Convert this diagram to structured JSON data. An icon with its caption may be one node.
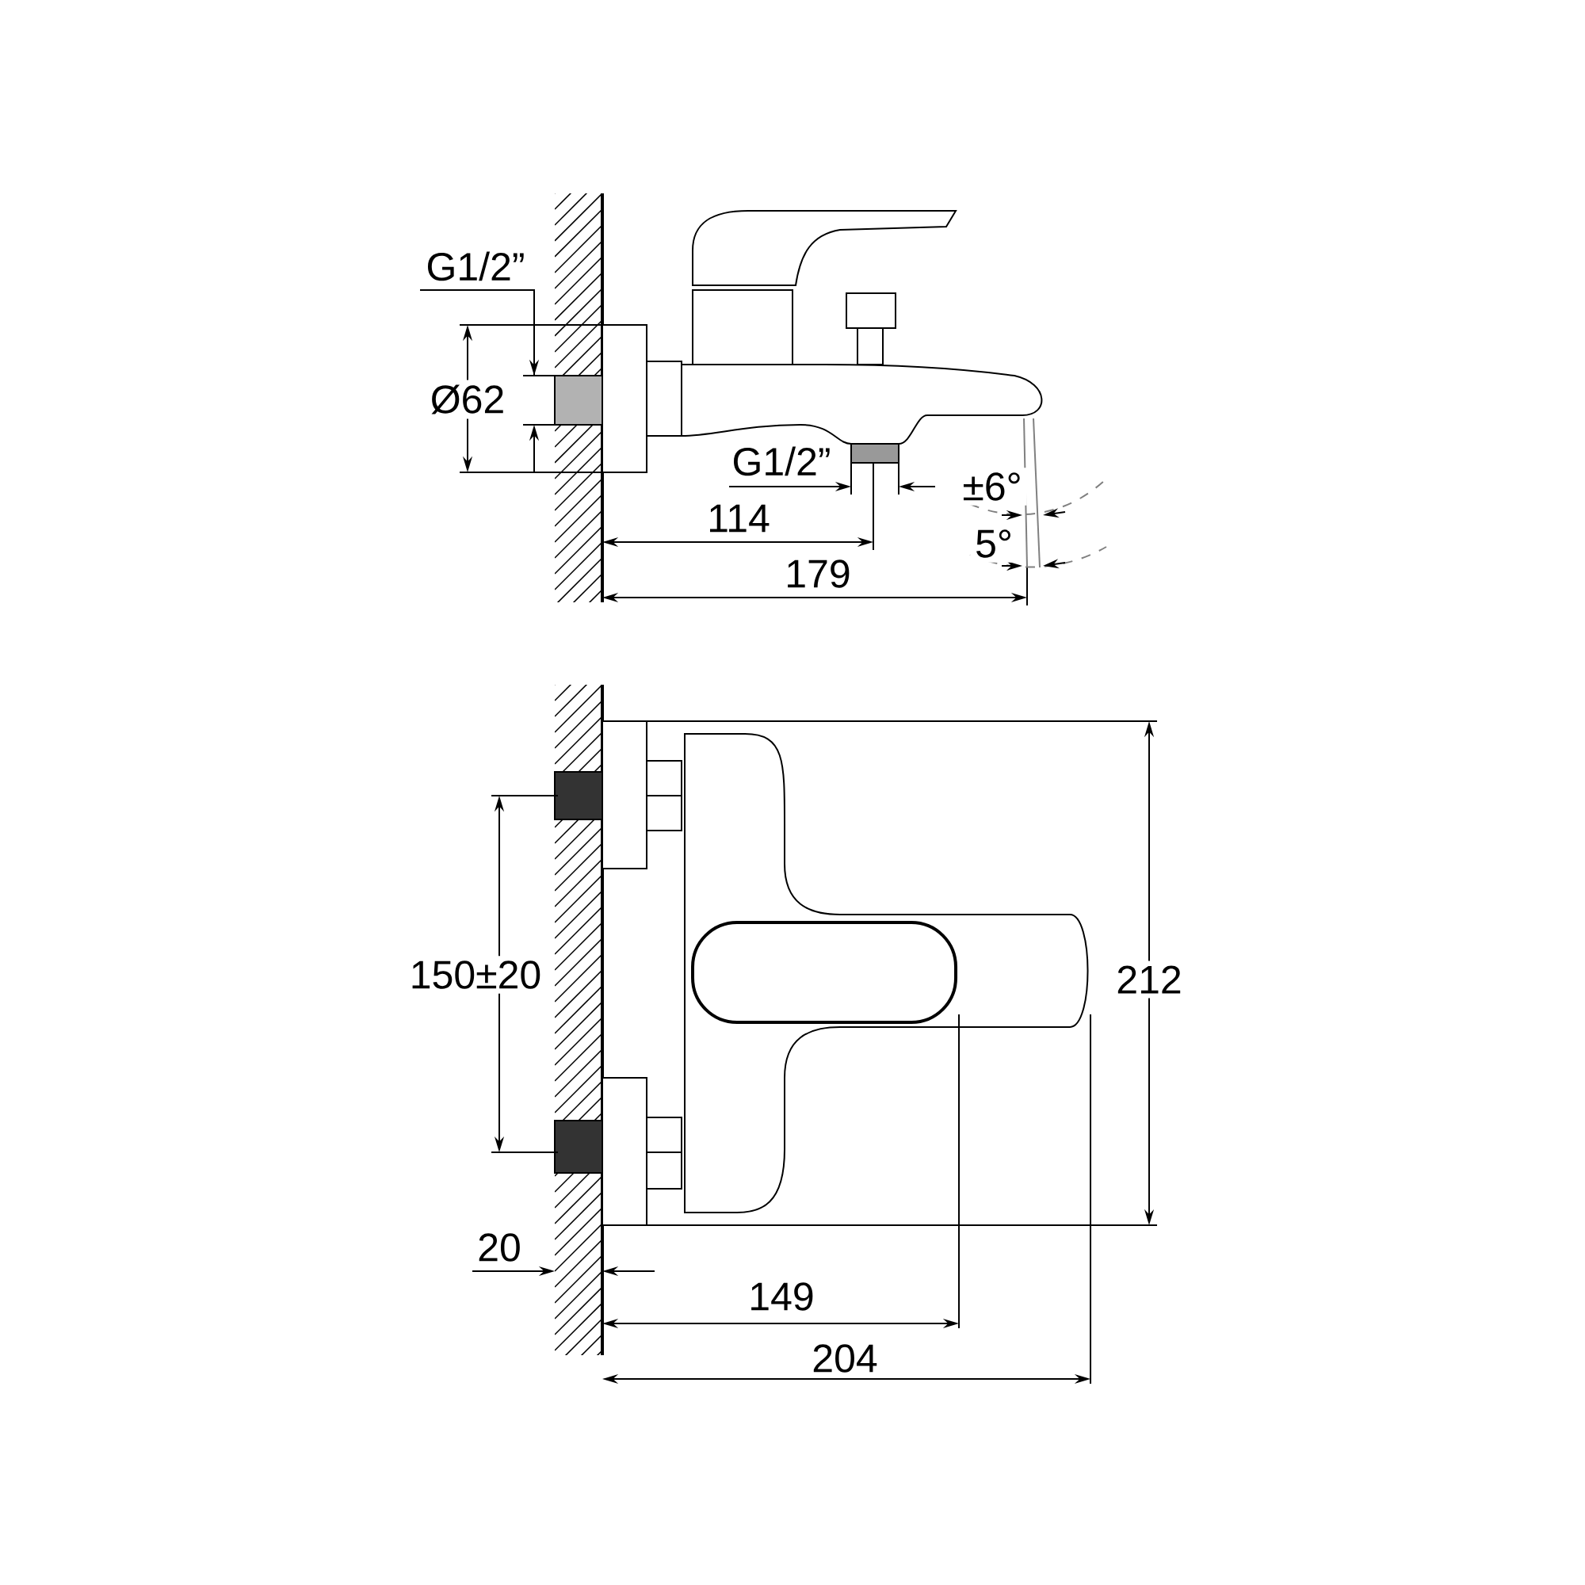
{
  "diagram": {
    "labels": [
      "G1/2”",
      "Ø62",
      "G1/2”",
      "114",
      "±6°",
      "5°",
      "179",
      "150±20",
      "212",
      "20",
      "149",
      "204"
    ]
  }
}
